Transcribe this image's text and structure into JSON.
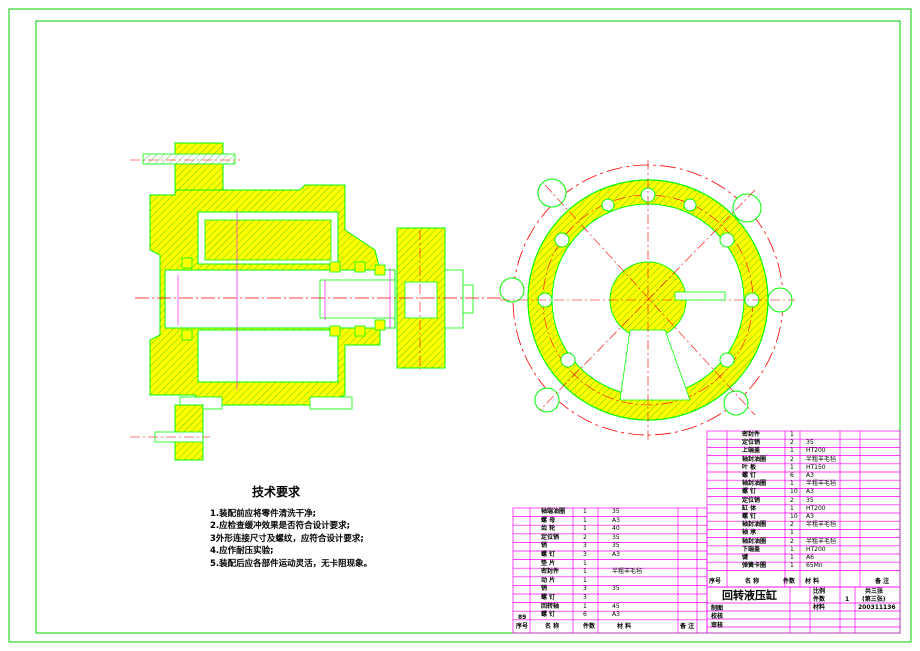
{
  "tech_requirements": {
    "title": "技术要求",
    "items": [
      "1.装配前应将零件清洗干净;",
      "2.应检查缓冲效果是否符合设计要求;",
      "3外形连接尺寸及螺纹，应符合设计要求;",
      "4.应作耐压实验;",
      "5.装配后应各部件运动灵活，无卡阻现象。"
    ]
  },
  "bom_right": [
    {
      "name": "密封件",
      "qty": "1",
      "mat": ""
    },
    {
      "name": "定位销",
      "qty": "2",
      "mat": "35"
    },
    {
      "name": "上端盖",
      "qty": "1",
      "mat": "HT200"
    },
    {
      "name": "轴封油圈",
      "qty": "2",
      "mat": "半粗羊毛毡"
    },
    {
      "name": "叶 板",
      "qty": "1",
      "mat": "HT150"
    },
    {
      "name": "螺 钉",
      "qty": "6",
      "mat": "A3"
    },
    {
      "name": "轴封油圈",
      "qty": "1",
      "mat": "半粗羊毛毡"
    },
    {
      "name": "螺 钉",
      "qty": "10",
      "mat": "A3"
    },
    {
      "name": "定位销",
      "qty": "2",
      "mat": "35"
    },
    {
      "name": "缸 体",
      "qty": "1",
      "mat": "HT200"
    },
    {
      "name": "螺 钉",
      "qty": "10",
      "mat": "A3"
    },
    {
      "name": "轴封油圈",
      "qty": "2",
      "mat": "半粗羊毛毡"
    },
    {
      "name": "轴 承",
      "qty": "1",
      "mat": ""
    },
    {
      "name": "轴封油圈",
      "qty": "2",
      "mat": "半粗羊毛毡"
    },
    {
      "name": "下端盖",
      "qty": "1",
      "mat": "HT200"
    },
    {
      "name": "键",
      "qty": "1",
      "mat": "A6"
    },
    {
      "name": "弹簧卡圈",
      "qty": "1",
      "mat": "65Mn"
    }
  ],
  "bom_right_header": {
    "no": "序号",
    "name": "名 称",
    "qty": "件数",
    "mat": "材 料",
    "note": "备 注"
  },
  "bom_left": [
    {
      "name": "轴端油圈",
      "qty": "1",
      "mat": "35"
    },
    {
      "name": "螺 母",
      "qty": "1",
      "mat": "A3"
    },
    {
      "name": "齿 轮",
      "qty": "1",
      "mat": "40"
    },
    {
      "name": "定位销",
      "qty": "2",
      "mat": "35"
    },
    {
      "name": "销",
      "qty": "3",
      "mat": "35"
    },
    {
      "name": "螺 钉",
      "qty": "3",
      "mat": "A3"
    },
    {
      "name": "垫 片",
      "qty": "1",
      "mat": ""
    },
    {
      "name": "密封件",
      "qty": "1",
      "mat": "半粗羊毛毡"
    },
    {
      "name": "动 片",
      "qty": "1",
      "mat": ""
    },
    {
      "name": "销",
      "qty": "3",
      "mat": "35"
    },
    {
      "name": "螺 钉",
      "qty": "3",
      "mat": ""
    },
    {
      "name": "回转轴",
      "qty": "1",
      "mat": "45"
    },
    {
      "name": "螺 钉",
      "qty": "6",
      "mat": "A3"
    }
  ],
  "bom_left_header": {
    "no": "序号",
    "name": "名 称",
    "qty": "件数",
    "mat": "材 料",
    "note": "备 注",
    "extra": "89"
  },
  "title_block": {
    "drawing_title": "回转液压缸",
    "scale_label": "比例",
    "qty_label": "件数",
    "qty_value": "1",
    "material_label": "材料",
    "sheet": "共三张",
    "sheet_no": "(第三张)",
    "drawing_no": "200311136",
    "drawn_by": "制图",
    "checked_by": "校核",
    "approved_by": "审核"
  },
  "colors": {
    "frame": "#00cc00",
    "part": "#ffff00",
    "outline": "#00ff00",
    "hatch": "#00a000",
    "center": "#ff0000",
    "dim": "#ff00ff",
    "table": "#ff00ff",
    "text": "#000000"
  }
}
